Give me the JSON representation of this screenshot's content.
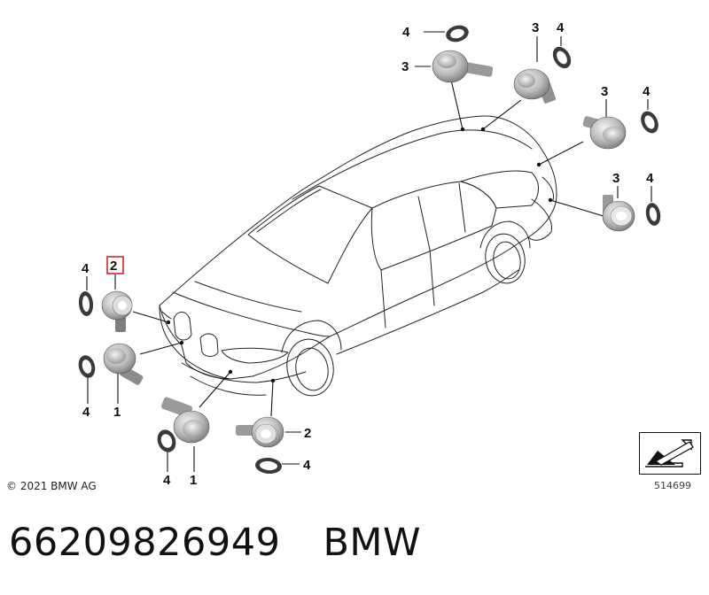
{
  "callouts": {
    "top_left_ring": "4",
    "top_left_sensor": "3",
    "top_mid_sensor": "3",
    "top_mid_ring": "4",
    "right_upper_sensor": "3",
    "right_upper_ring": "4",
    "right_lower_sensor": "3",
    "right_lower_ring": "4",
    "front_left_ring": "4",
    "front_left_sensor_highlight": "2",
    "front_left_ring_lower": "4",
    "front_left_sensor_lower": "1",
    "front_mid_ring": "4",
    "front_mid_sensor": "1",
    "front_right_sensor": "2",
    "front_right_ring": "4"
  },
  "highlight_color": "#d9252a",
  "copyright": "© 2021 BMW AG",
  "diagram_ref": "514699",
  "footer": {
    "part_number": "66209826949",
    "brand": "BMW"
  },
  "icons": {
    "nav_box": "next-page-arrow-icon"
  }
}
